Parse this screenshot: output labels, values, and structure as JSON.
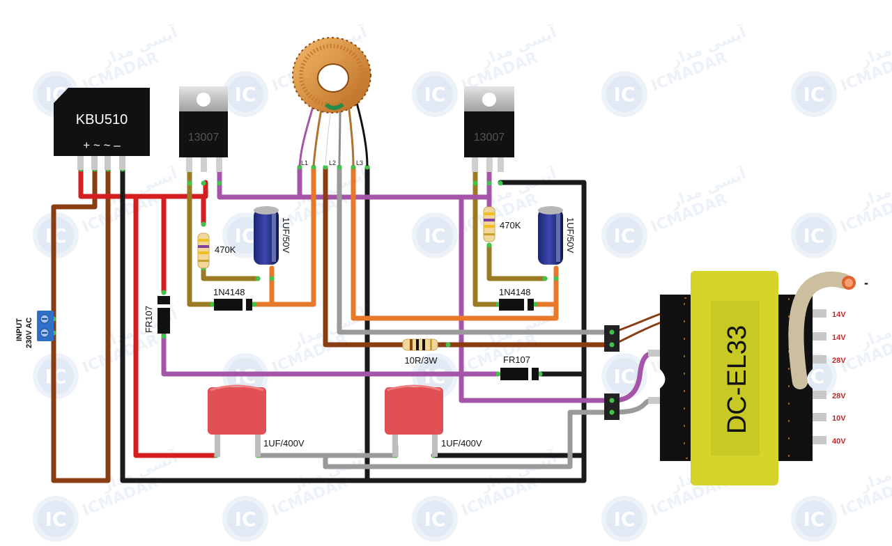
{
  "watermark": {
    "latin": "ICMADAR",
    "persian": "آیسی مدار",
    "logo": "IC"
  },
  "bridge": {
    "name": "KBU510",
    "pins": "+ ~ ~ –"
  },
  "transistors": [
    {
      "name": "13007"
    },
    {
      "name": "13007"
    }
  ],
  "toroid": {
    "taps": [
      "L1",
      "L2",
      "L3"
    ]
  },
  "components": {
    "r_left": "470K",
    "r_right": "470K",
    "cap_left": "1UF/50V",
    "cap_right": "1UF/50V",
    "diode_left": "1N4148",
    "diode_right": "1N4148",
    "fr_vertical": "FR107",
    "fr_horizontal": "FR107",
    "r_power": "10R/3W",
    "film_left": "1UF/400V",
    "film_right": "1UF/400V",
    "input": "INPUT\n230V AC",
    "input_line1": "INPUT",
    "input_line2": "230V AC"
  },
  "transformer": {
    "name": "DC-EL33",
    "minus": "-",
    "outputs": [
      "14V",
      "14V",
      "28V",
      "28V",
      "10V",
      "40V"
    ]
  },
  "colors": {
    "red": "#d31f1f",
    "brown": "#8a3d12",
    "black": "#1a1a1a",
    "purple": "#a455a8",
    "orange": "#e8782a",
    "gray": "#9a9a9a",
    "olive": "#9a7a22",
    "transformer": "#d4d42a",
    "film_cap": "#e05055",
    "output_label": "#c0282a"
  }
}
